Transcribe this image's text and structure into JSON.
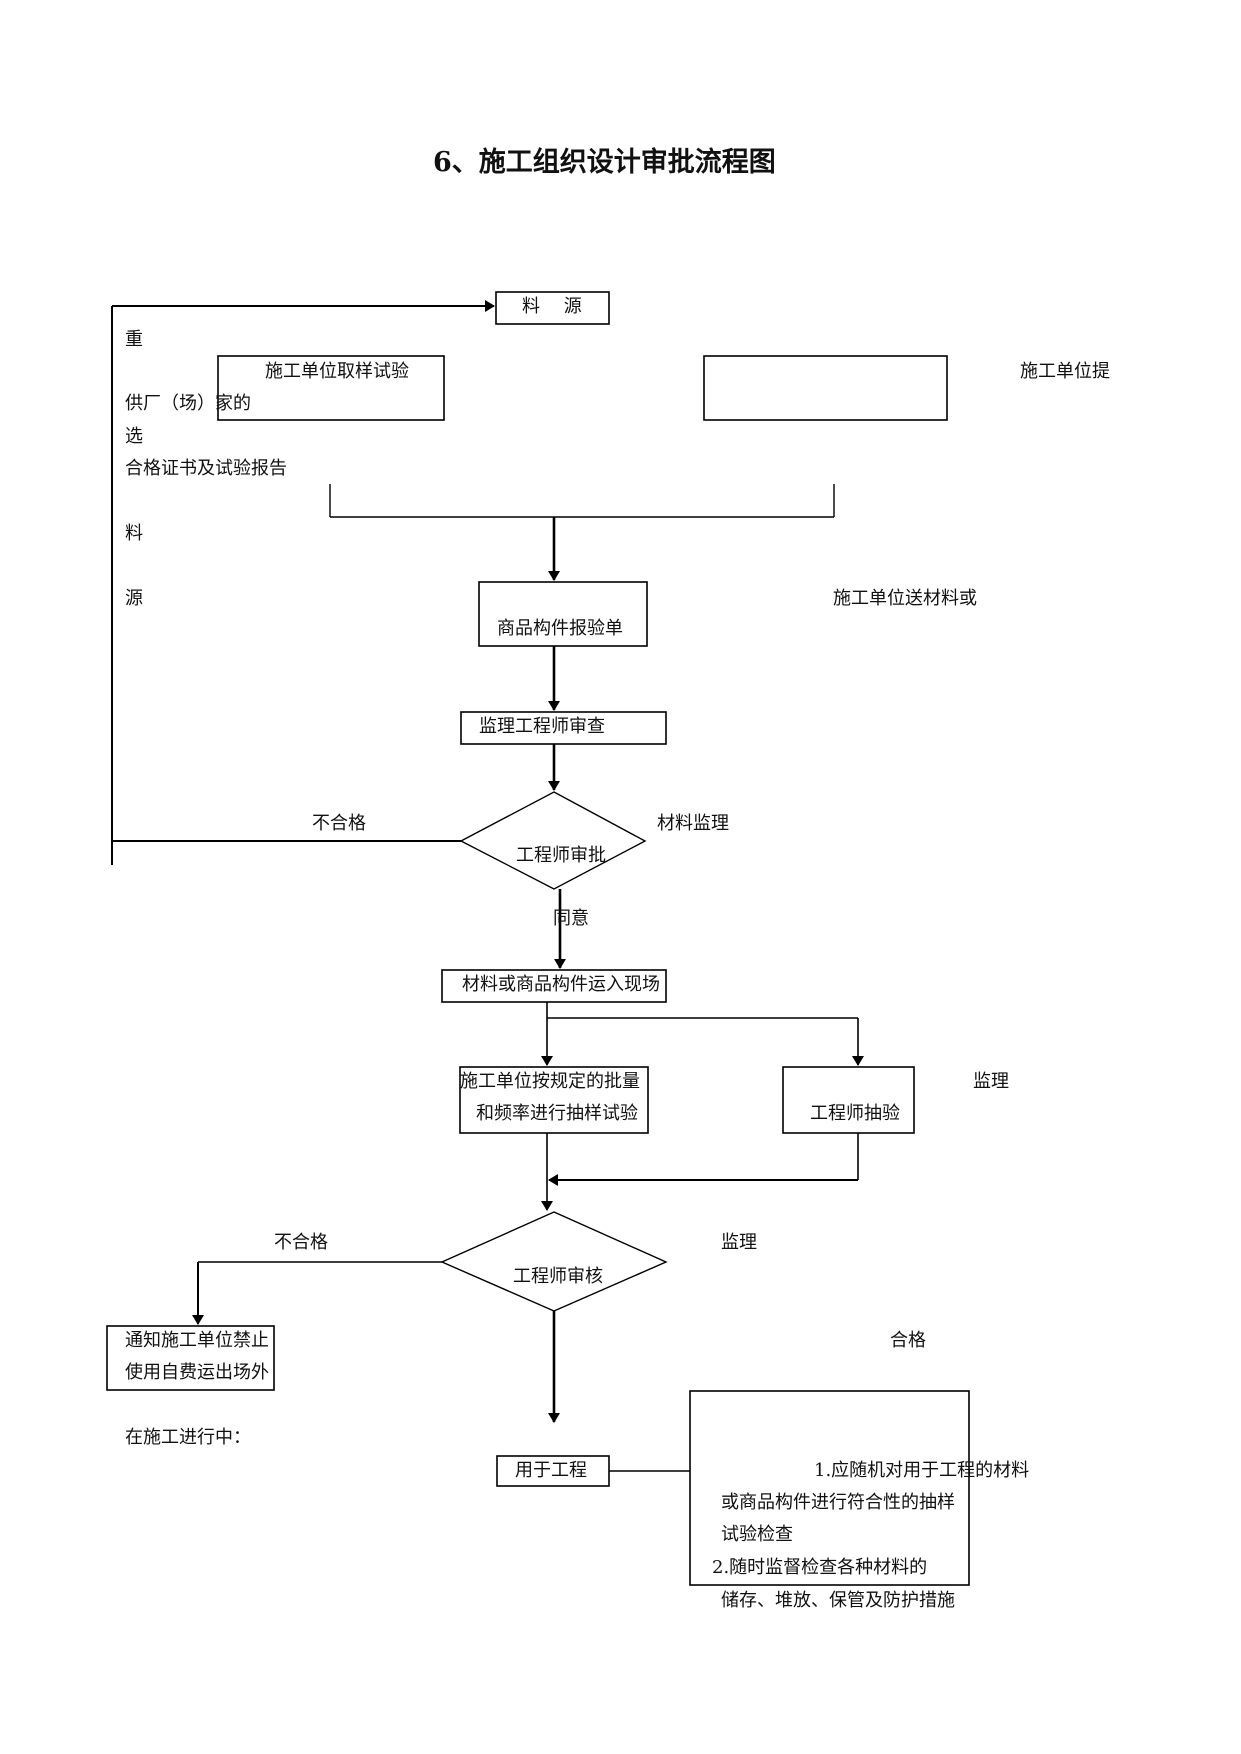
{
  "title": "6、施工组织设计审批流程图",
  "left_column": {
    "zhong": "重",
    "line_gongchang": "供厂（场）家的",
    "xuan": "选",
    "line_hege": "合格证书及试验报告",
    "liao": "料",
    "yuan": "源"
  },
  "nodes": {
    "source": "料　 源",
    "sampling_test": "施工单位取样试验",
    "supplier_right_label": "施工单位提",
    "submit_label": "施工单位送材料或",
    "report_form": "商品构件报验单",
    "supervisor_review": "监理工程师审查",
    "decision1": "工程师审批",
    "decision1_side": "材料监理",
    "reject1": "不合格",
    "approve1": "同意",
    "delivery": "材料或商品构件运入现场",
    "batch_test_line1": "施工单位按规定的批量",
    "batch_test_line2": "和频率进行抽样试验",
    "spot_check_label": "监理",
    "spot_check": "工程师抽验",
    "decision2": "工程师审核",
    "decision2_side": "监理",
    "reject2": "不合格",
    "pass2": "合格",
    "notice_line1": "通知施工单位禁止",
    "notice_line2": "使用自费运出场外",
    "in_progress": "在施工进行中：",
    "use": "用于工程"
  },
  "notes": {
    "line1": "1.应随机对用于工程的材料",
    "line2": "或商品构件进行符合性的抽样",
    "line3": "试验检查",
    "line4": "2.随时监督检查各种材料的",
    "line5": "储存、堆放、保管及防护措施"
  }
}
